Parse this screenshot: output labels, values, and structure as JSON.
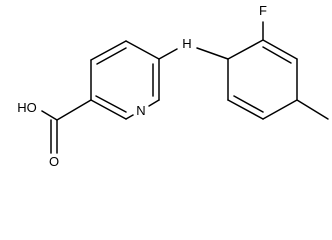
{
  "molecule": {
    "atoms": {
      "F": "F",
      "NH": "H",
      "N_ring": "N",
      "HO": "HO",
      "O": "O"
    }
  }
}
